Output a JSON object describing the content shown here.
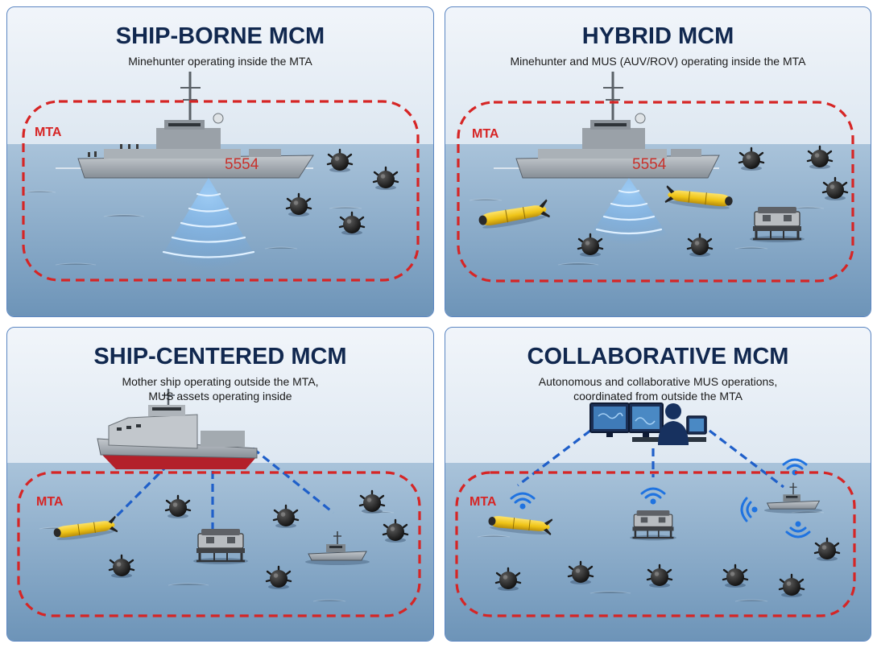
{
  "colors": {
    "title": "#11284f",
    "mta_boundary": "#d62525",
    "link": "#1f5fc9",
    "sonar": "#6fb8ff",
    "mus_yellow": "#f2cc1f",
    "mine": "#232323",
    "ship_hull": "#9aa2aa",
    "hull_bottom": "#b3202a",
    "operator": "#17315f"
  },
  "icons": [
    "mine-icon",
    "auv-icon",
    "rov-icon",
    "usv-icon",
    "sonar-icon",
    "wifi-icon",
    "operator-icon",
    "monitor-icon",
    "ship-icon"
  ],
  "panels": {
    "ship_borne": {
      "title": "SHIP-BORNE MCM",
      "subtitle": "Minehunter operating inside the MTA",
      "mta_label": "MTA",
      "hull_number": "5554"
    },
    "hybrid": {
      "title": "HYBRID MCM",
      "subtitle": "Minehunter and MUS (AUV/ROV) operating inside the MTA",
      "mta_label": "MTA",
      "hull_number": "5554"
    },
    "ship_centered": {
      "title": "SHIP-CENTERED MCM",
      "subtitle_line1": "Mother ship operating outside the MTA,",
      "subtitle_line2": "MUS assets operating inside",
      "mta_label": "MTA"
    },
    "collaborative": {
      "title": "COLLABORATIVE MCM",
      "subtitle_line1": "Autonomous and collaborative MUS operations,",
      "subtitle_line2": "coordinated from outside the MTA",
      "mta_label": "MTA"
    }
  }
}
